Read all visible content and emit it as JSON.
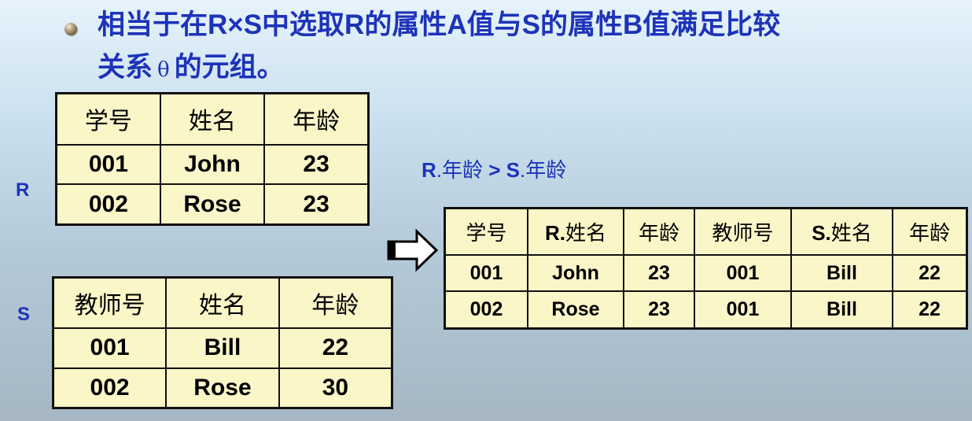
{
  "slide": {
    "heading_line1": "相当于在R×S中选取R的属性A值与S的属性B值满足比较",
    "heading_line2_a": "关系",
    "heading_theta": "θ",
    "heading_line2_b": "的元组。"
  },
  "relation_r": {
    "label": "R",
    "columns": [
      "学号",
      "姓名",
      "年龄"
    ],
    "rows": [
      [
        "001",
        "John",
        "23"
      ],
      [
        "002",
        "Rose",
        "23"
      ]
    ]
  },
  "relation_s": {
    "label": "S",
    "columns": [
      "教师号",
      "姓名",
      "年龄"
    ],
    "rows": [
      [
        "001",
        "Bill",
        "22"
      ],
      [
        "002",
        "Rose",
        "30"
      ]
    ]
  },
  "condition": {
    "left_rel": "R",
    "left_attr": ".年龄",
    "op": " > ",
    "right_rel": "S",
    "right_attr": ".年龄"
  },
  "result": {
    "columns": [
      {
        "prefix": "",
        "text": "学号"
      },
      {
        "prefix": "R.",
        "text": "姓名"
      },
      {
        "prefix": "",
        "text": "年龄"
      },
      {
        "prefix": "",
        "text": "教师号"
      },
      {
        "prefix": "S.",
        "text": "姓名"
      },
      {
        "prefix": "",
        "text": "年龄"
      }
    ],
    "rows": [
      [
        "001",
        "John",
        "23",
        "001",
        "Bill",
        "22"
      ],
      [
        "002",
        "Rose",
        "23",
        "001",
        "Bill",
        "22"
      ]
    ]
  },
  "colors": {
    "heading": "#1d33b8",
    "table_fill": "#fbf6c8",
    "border": "#111111"
  },
  "icons": {
    "bullet": "bullet-ball-icon",
    "arrow": "right-arrow-icon"
  }
}
